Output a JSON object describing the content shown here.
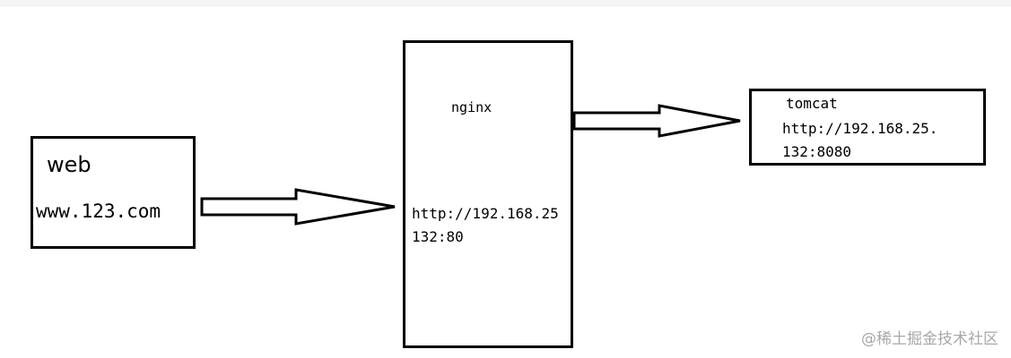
{
  "nodes": {
    "web": {
      "title": "web",
      "url": "www.123.com"
    },
    "nginx": {
      "title": "nginx",
      "address_line1": "http://192.168.25",
      "address_line2": "132:80"
    },
    "tomcat": {
      "title": "tomcat",
      "address_line1": "http://192.168.25.",
      "address_line2": "132:8080"
    }
  },
  "edges": [
    {
      "from": "web",
      "to": "nginx"
    },
    {
      "from": "nginx",
      "to": "tomcat"
    }
  ],
  "watermark": "@稀土掘金技术社区",
  "colors": {
    "stroke": "#000000",
    "background": "#ffffff",
    "watermark": "#a8a8ad"
  }
}
